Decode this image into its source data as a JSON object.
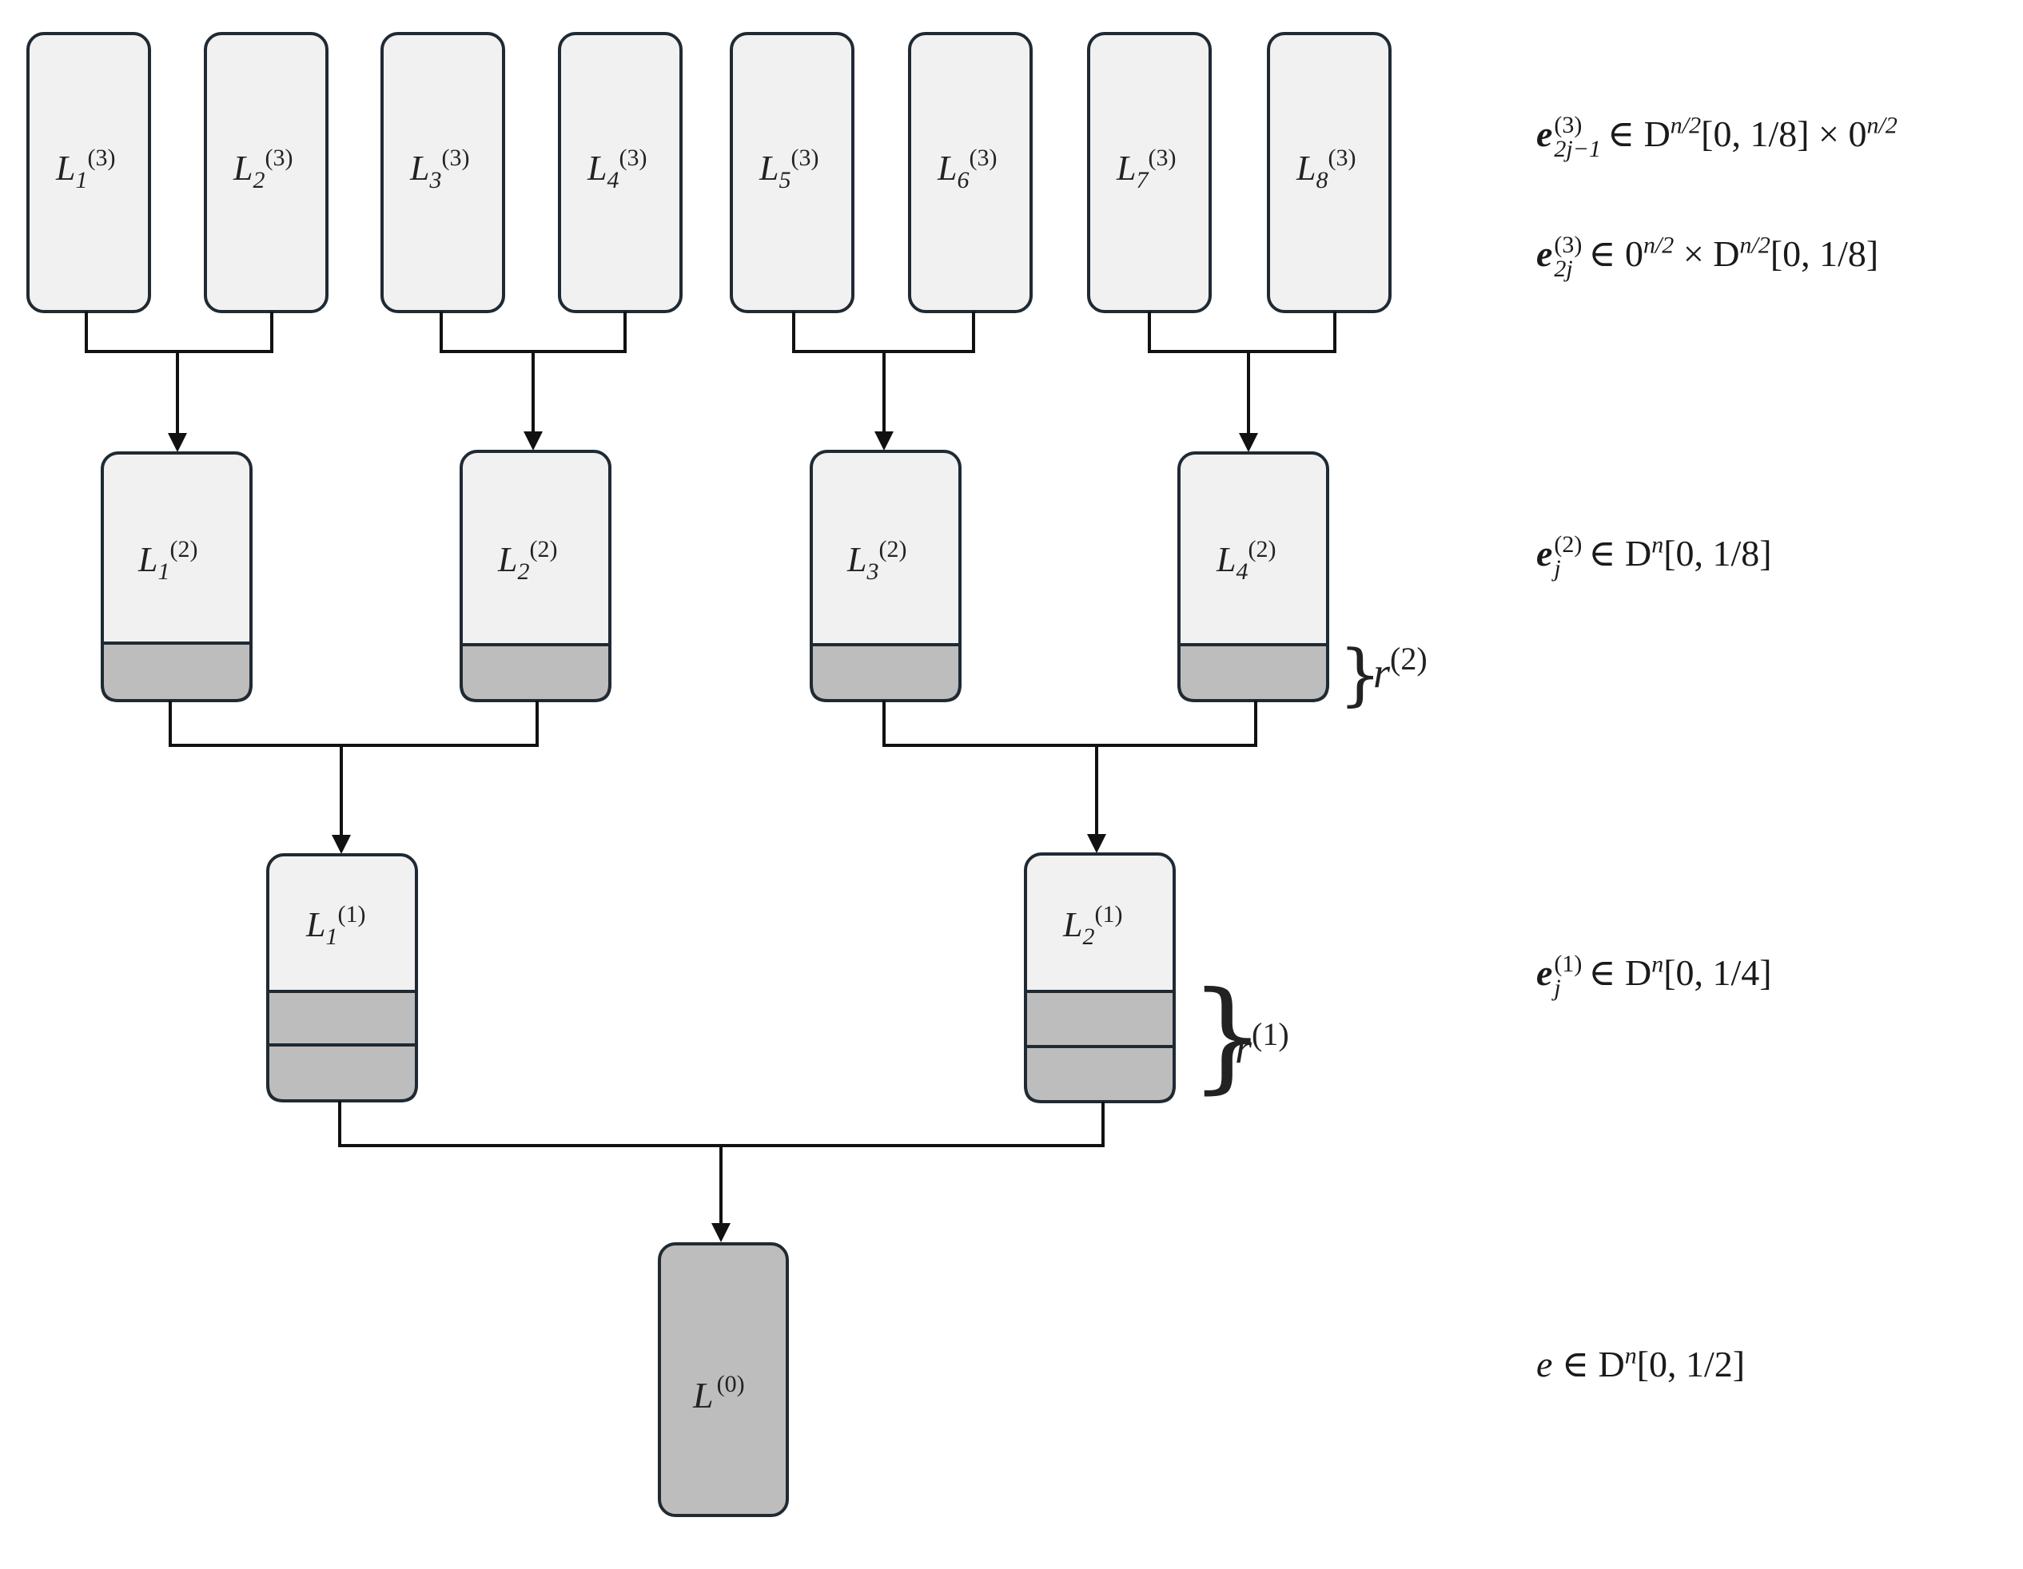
{
  "level3": {
    "boxes": [
      {
        "base": "L",
        "sub": "1",
        "sup": "(3)"
      },
      {
        "base": "L",
        "sub": "2",
        "sup": "(3)"
      },
      {
        "base": "L",
        "sub": "3",
        "sup": "(3)"
      },
      {
        "base": "L",
        "sub": "4",
        "sup": "(3)"
      },
      {
        "base": "L",
        "sub": "5",
        "sup": "(3)"
      },
      {
        "base": "L",
        "sub": "6",
        "sup": "(3)"
      },
      {
        "base": "L",
        "sub": "7",
        "sup": "(3)"
      },
      {
        "base": "L",
        "sub": "8",
        "sup": "(3)"
      }
    ],
    "eq_odd": {
      "var": "e",
      "sup": "(3)",
      "sub": "2j−1",
      "rest": "∈ D",
      "rest_sup": "n/2",
      "tail": "[0, 1/8] × 0",
      "tail_sup": "n/2"
    },
    "eq_even": {
      "var": "e",
      "sup": "(3)",
      "sub": "2j",
      "rest": "∈ 0",
      "rest_sup": "n/2",
      "mid": " × D",
      "mid_sup": "n/2",
      "tail": "[0, 1/8]"
    }
  },
  "level2": {
    "boxes": [
      {
        "base": "L",
        "sub": "1",
        "sup": "(2)"
      },
      {
        "base": "L",
        "sub": "2",
        "sup": "(2)"
      },
      {
        "base": "L",
        "sub": "3",
        "sup": "(2)"
      },
      {
        "base": "L",
        "sub": "4",
        "sup": "(2)"
      }
    ],
    "eq": {
      "var": "e",
      "sup": "(2)",
      "sub": "j",
      "rest": "∈ D",
      "rest_sup": "n",
      "tail": "[0, 1/8]"
    },
    "r_label": {
      "base": "r",
      "sup": "(2)"
    }
  },
  "level1": {
    "boxes": [
      {
        "base": "L",
        "sub": "1",
        "sup": "(1)"
      },
      {
        "base": "L",
        "sub": "2",
        "sup": "(1)"
      }
    ],
    "eq": {
      "var": "e",
      "sup": "(1)",
      "sub": "j",
      "rest": "∈ D",
      "rest_sup": "n",
      "tail": "[0, 1/4]"
    },
    "r_label": {
      "base": "r",
      "sup": "(1)"
    }
  },
  "level0": {
    "box": {
      "base": "L",
      "sup": "(0)"
    },
    "eq": {
      "var": "e",
      "rest": "∈ D",
      "rest_sup": "n",
      "tail": "[0, 1/2]"
    }
  },
  "colors": {
    "box_fill": "#f1f1f2",
    "band_fill": "#bdbdbd",
    "stroke": "#1f2a33"
  }
}
